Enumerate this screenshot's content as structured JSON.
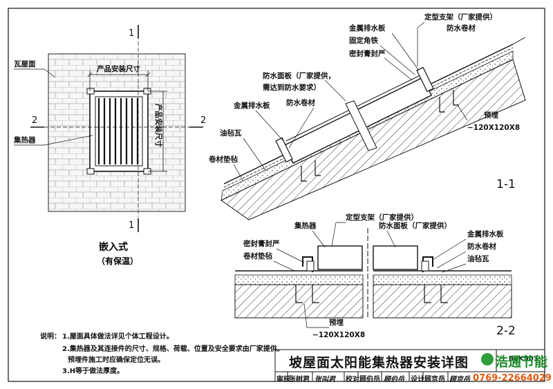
{
  "plan": {
    "cut_top_label": "1",
    "cut_bottom_label": "1",
    "cut_left_label": "2",
    "cut_right_label": "2",
    "roof_label": "瓦屋面",
    "collector_label": "集热器",
    "dim_width_label": "产品安装尺寸",
    "dim_height_label": "产品安装尺寸",
    "caption": "嵌入式",
    "subcaption": "（有保温）"
  },
  "section_1_1": {
    "name": "1-1",
    "labels": {
      "bracket": "定型支架（厂家提供）",
      "metal_drain_top": "金属排水板",
      "waterproof_coil_top": "防水卷材",
      "fixing_angle": "固定角铁",
      "sealant": "密封膏封严",
      "cover_plate": "防水面板（厂家提供，",
      "cover_plate_2": "需达到防水要求）",
      "metal_drain": "金属排水板",
      "waterproof_coil": "防水卷材",
      "felt_tile": "油毡瓦",
      "underlay": "卷材垫毡",
      "embedded": "预埋",
      "embedded_size": "−120X120X8"
    }
  },
  "section_2_2": {
    "name": "2-2",
    "labels": {
      "bracket": "定型支架（厂家提供）",
      "collector": "集热器",
      "cover_plate": "防水面板（厂家提供）",
      "metal_drain": "金属排水板",
      "sealant": "密封膏封严",
      "waterproof_coil": "防水卷材",
      "underlay": "卷材垫毡",
      "felt_tile": "油毡瓦",
      "embedded": "预埋",
      "embedded_size": "−120X120X8"
    }
  },
  "notes": {
    "prefix": "说明：",
    "n1": "1.屋面具体做法详见个体工程设计。",
    "n2": "2.集热器及其连接件的尺寸、规格、荷载、位置及安全要求由厂家提供。",
    "n2b": "预埋件施工时应确保定位无误。",
    "n3": "3.H等于做法厚度。"
  },
  "title_block": {
    "title": "坡屋面太阳能集热器安装详图",
    "atlas_no": "06K503",
    "review_label": "审核",
    "reviewer": "张树君",
    "review_sign": "张叫君",
    "check_label": "校对",
    "checker": "顾伯岳",
    "check_sign": "顾伯岳",
    "design_label": "设计",
    "designer": "顾京岳",
    "design_sign": "顾京岳"
  },
  "watermark": {
    "brand": "浩通节能",
    "phone": "0769-22664029"
  }
}
